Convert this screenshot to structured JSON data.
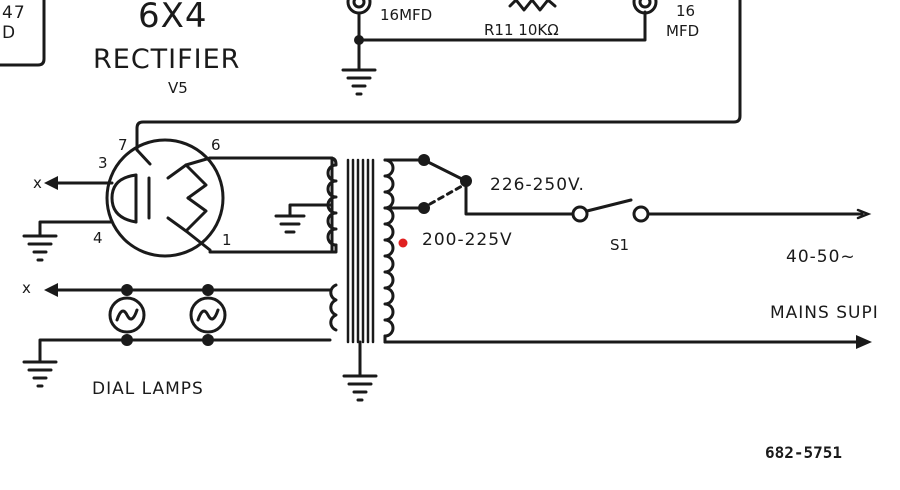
{
  "top": {
    "partial_cap_value": "47",
    "partial_cap_unit": "D",
    "tube_type": "6X4",
    "tube_function": "RECTIFIER",
    "tube_ref": "V5",
    "cap1_label": "16MFD",
    "resistor_label": "R11  10KΩ",
    "cap2_label_1": "16",
    "cap2_label_2": "MFD"
  },
  "tube_pins": {
    "p7": "7",
    "p6": "6",
    "p3": "3",
    "p4": "4",
    "p1": "1"
  },
  "terminals": {
    "x1": "x",
    "x2": "x"
  },
  "taps": {
    "high": "226-250V.",
    "low": "200-225V"
  },
  "switch_label": "S1",
  "mains": {
    "freq": "40-50~",
    "supply": "MAINS SUPI"
  },
  "dial_lamps_label": "DIAL LAMPS",
  "drawing_number": "682-5751",
  "colors": {
    "ink": "#1a1a1a",
    "marker": "#e02020"
  }
}
